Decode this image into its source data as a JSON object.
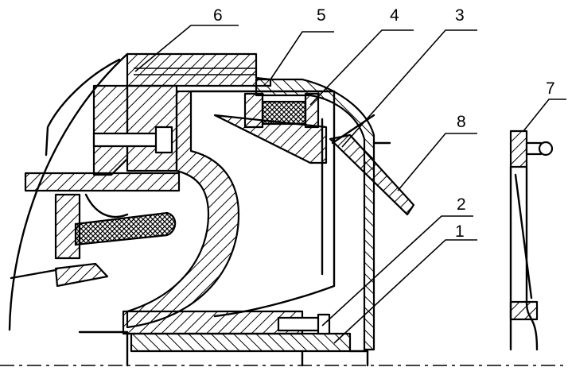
{
  "drawing": {
    "labels": [
      "1",
      "2",
      "3",
      "4",
      "5",
      "6",
      "7",
      "8"
    ]
  }
}
